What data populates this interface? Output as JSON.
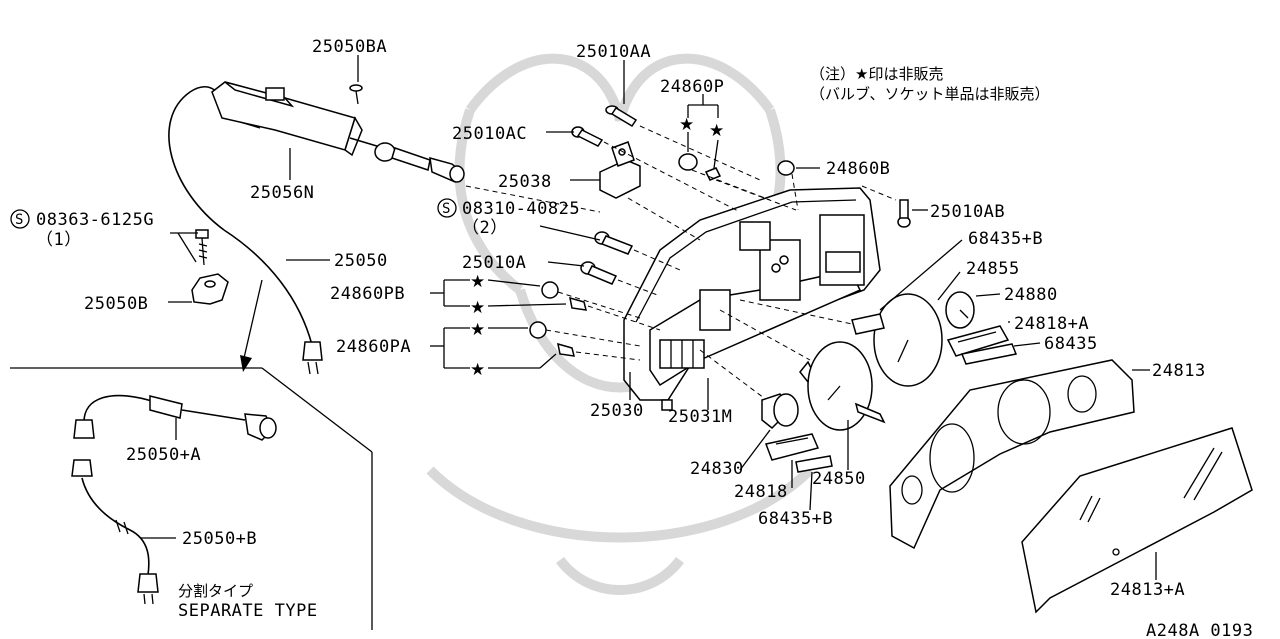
{
  "labels": {
    "p25050BA": "25050BA",
    "p25010AA": "25010AA",
    "p24860P": "24860P",
    "p25010AC": "25010AC",
    "p25056N": "25056N",
    "p25038": "25038",
    "p24860B": "24860B",
    "s08310": "08310-40825",
    "s08310_qty": "（2）",
    "p25010AB": "25010AB",
    "s08363": "08363-6125G",
    "s08363_qty": "（1）",
    "p68435B_top": "68435+B",
    "p25050": "25050",
    "p25010A": "25010A",
    "p24855": "24855",
    "p24860PB": "24860PB",
    "p24880": "24880",
    "p25050B": "25050B",
    "p24818A": "24818+A",
    "p24860PA": "24860PA",
    "p68435": "68435",
    "p24813": "24813",
    "p25030": "25030",
    "p25031M": "25031M",
    "p25050A": "25050+A",
    "p24830": "24830",
    "p24818": "24818",
    "p24850": "24850",
    "p68435B_bottom": "68435+B",
    "p25050PlusB": "25050+B",
    "p24813A": "24813+A"
  },
  "note": {
    "line1": "（注）★印は非販売",
    "line2": "（バルブ、ソケット単品は非販売）"
  },
  "separate": {
    "jp": "分割タイプ",
    "en": "SEPARATE TYPE"
  },
  "symbols": {
    "s_mark": "S",
    "star": "★"
  },
  "footer": {
    "code": "A248A 0193"
  }
}
